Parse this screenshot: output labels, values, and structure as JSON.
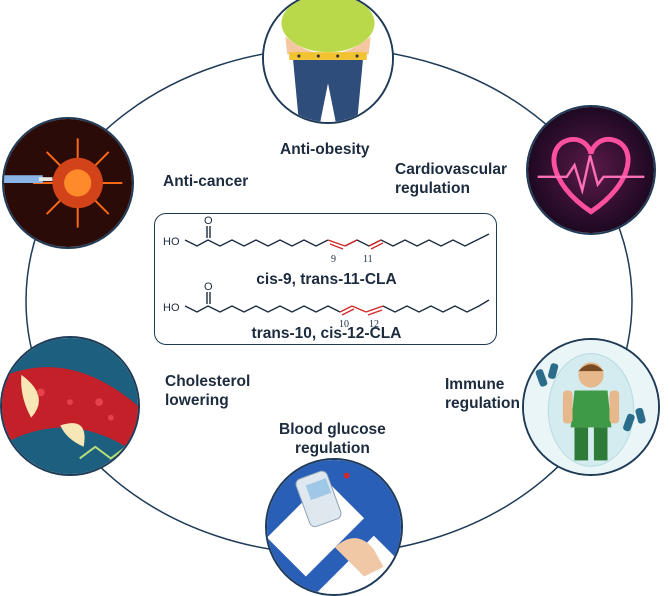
{
  "center": {
    "molecules": [
      {
        "name": "cis-9, trans-11-CLA",
        "acid_label": "HO",
        "carbonyl_label": "O",
        "double_bond_positions": [
          "9",
          "11"
        ]
      },
      {
        "name": "trans-10, cis-12-CLA",
        "acid_label": "HO",
        "carbonyl_label": "O",
        "double_bond_positions": [
          "10",
          "12"
        ]
      }
    ]
  },
  "effects": [
    {
      "label": "Anti-obesity",
      "icon": "obesity-waist-image"
    },
    {
      "label": "Cardiovascular\nregulation",
      "icon": "heart-pulse-image"
    },
    {
      "label": "Immune\nregulation",
      "icon": "immune-man-image"
    },
    {
      "label": "Blood glucose\nregulation",
      "icon": "glucose-meter-image"
    },
    {
      "label": "Cholesterol\nlowering",
      "icon": "artery-plaque-image"
    },
    {
      "label": "Anti-cancer",
      "icon": "cancer-cell-image"
    }
  ],
  "colors": {
    "ring": "#1f3b57",
    "double_bond": "#d12a2a",
    "text": "#1c2b3e"
  }
}
